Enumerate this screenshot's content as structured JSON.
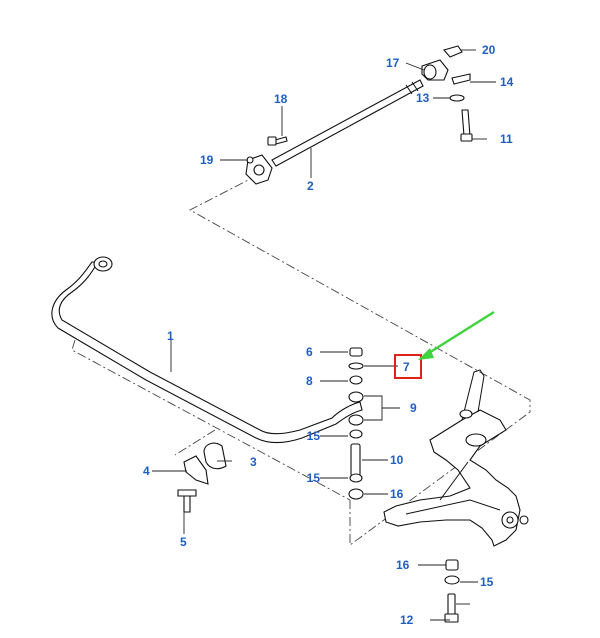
{
  "callouts": {
    "c1": "1",
    "c2": "2",
    "c3": "3",
    "c4": "4",
    "c5": "5",
    "c6": "6",
    "c7": "7",
    "c8": "8",
    "c9": "9",
    "c10": "10",
    "c11": "11",
    "c12": "12",
    "c13": "13",
    "c14": "14",
    "c15a": "15",
    "c15b": "15",
    "c15c": "15",
    "c16a": "16",
    "c16b": "16",
    "c17": "17",
    "c18": "18",
    "c19": "19",
    "c20": "20"
  },
  "colors": {
    "callout_text": "#1f5fc4",
    "highlight_box": "#e0201b",
    "pointer_arrow": "#3fd43f",
    "line_art": "#111111"
  },
  "highlight": {
    "callout": "7"
  }
}
